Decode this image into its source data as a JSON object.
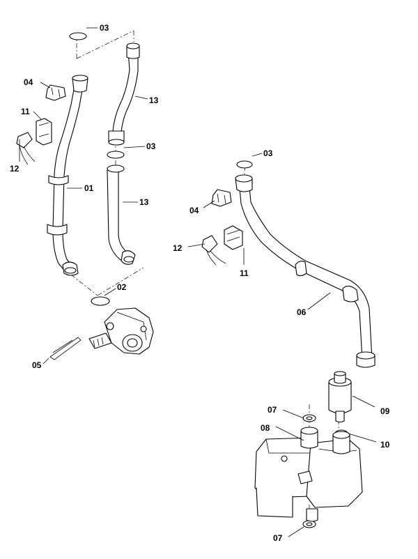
{
  "labels": {
    "c01": "01",
    "c02": "02",
    "c03a": "03",
    "c03b": "03",
    "c03c": "03",
    "c04a": "04",
    "c04b": "04",
    "c05": "05",
    "c06": "06",
    "c07a": "07",
    "c07b": "07",
    "c08": "08",
    "c09": "09",
    "c10": "10",
    "c11a": "11",
    "c11b": "11",
    "c12a": "12",
    "c12b": "12",
    "c13a": "13",
    "c13b": "13"
  }
}
